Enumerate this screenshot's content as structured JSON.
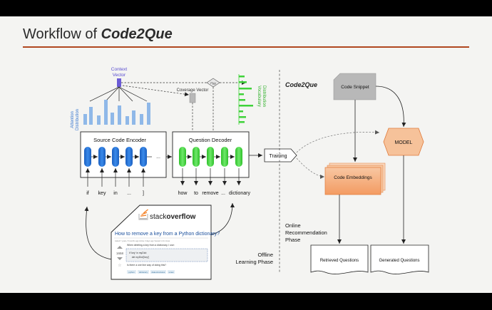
{
  "slide": {
    "title_prefix": "Workflow of ",
    "title_brand": "Code2Que"
  },
  "left": {
    "context_vector": [
      "Context",
      "Vector"
    ],
    "attention_distribution": [
      "Attention",
      "Distribution"
    ],
    "coverage_vector": "Coverage Vector",
    "pgen": "P(g)",
    "vocabulary_distribution": [
      "Vocabulary",
      "Distribution"
    ],
    "encoder_title": "Source Code Encoder",
    "decoder_title": "Question Decoder",
    "ellipsis": "...",
    "encoder_tokens": [
      "if",
      "key",
      "in",
      "...",
      "]"
    ],
    "decoder_tokens": [
      "how",
      "to",
      "remove",
      "...",
      "dictionary"
    ],
    "training": "Training",
    "offline_phase": [
      "Offline",
      "Learning Phase"
    ]
  },
  "stackoverflow": {
    "logo_a": "stack",
    "logo_b": "overflow",
    "question_title": "How to remove a key from a Python dictionary?",
    "meta": "Asked 7 years, 8 months ago    Active 3 days ago    Viewed 1.4m times",
    "body_line": "When deleting a key from a dictionary, I use:",
    "code_lines": [
      "if 'key' in myDict:",
      "    del myDict['key']"
    ],
    "question_line": "Is there a one line way of doing this?",
    "vote_count": "1658",
    "tags": [
      "python",
      "dictionary",
      "data-structures",
      "unset"
    ]
  },
  "right": {
    "brand": "Code2Que",
    "code_snippet": "Code Snippet",
    "model": "MODEL",
    "code_embeddings": "Code Embeddings",
    "online_phase": [
      "Online",
      "Recommendation",
      "Phase"
    ],
    "retrieved_questions": "Retrieved Questions",
    "generated_questions": "Generated Questions"
  },
  "colors": {
    "accent_rule": "#b0471f",
    "encoder_blue": "#1f6fd0",
    "decoder_green": "#3fd23a",
    "attention_blue": "#8fb8e8",
    "context_purple": "#6b5bd6",
    "model_orange": "#f6c29a",
    "embedding_orange": "#f4a36c"
  }
}
